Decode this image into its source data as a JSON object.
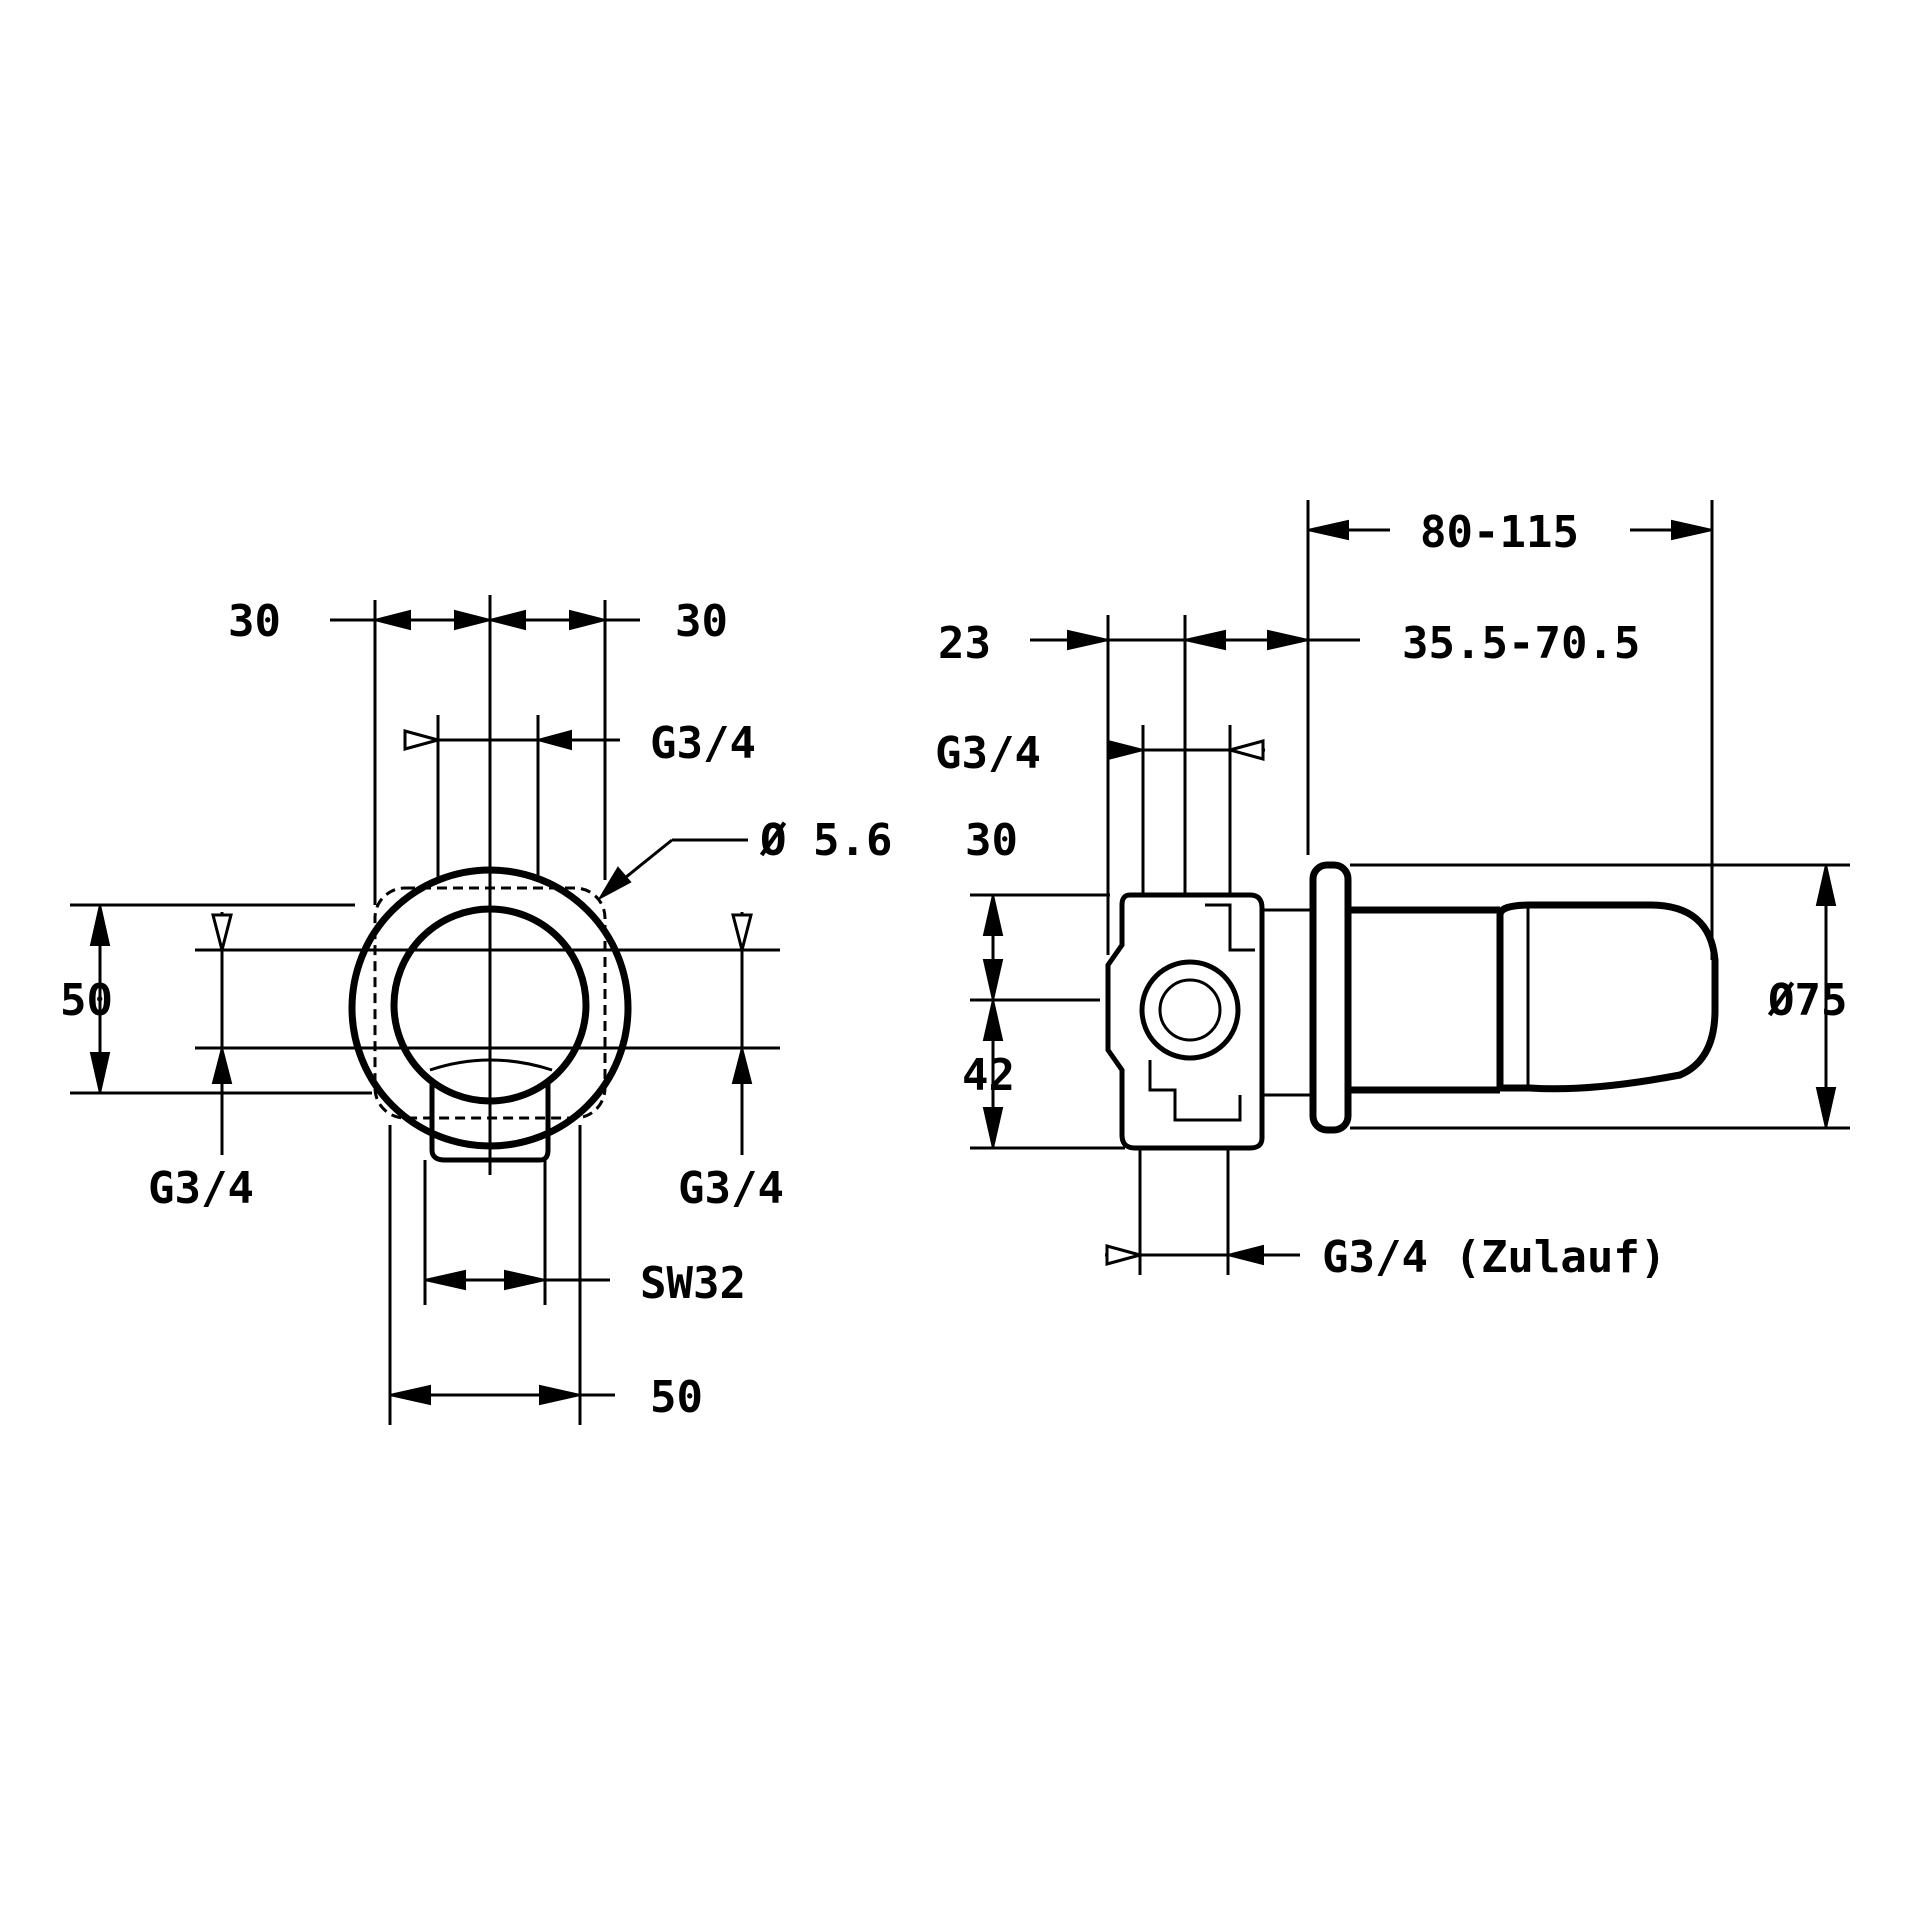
{
  "front_view": {
    "dims": {
      "top_left_30": "30",
      "top_right_30": "30",
      "thread_top": "G3/4",
      "hole_diameter": "Ø 5.6",
      "height_50": "50",
      "thread_left": "G3/4",
      "thread_right": "G3/4",
      "wrench_size": "SW32",
      "width_50": "50"
    }
  },
  "side_view": {
    "dims": {
      "overall_length": "80-115",
      "body_depth": "23",
      "installation_depth": "35.5-70.5",
      "thread_top": "G3/4",
      "upper_30": "30",
      "lower_42": "42",
      "rosette_diameter": "Ø75",
      "inlet_thread": "G3/4 (Zulauf)"
    }
  }
}
